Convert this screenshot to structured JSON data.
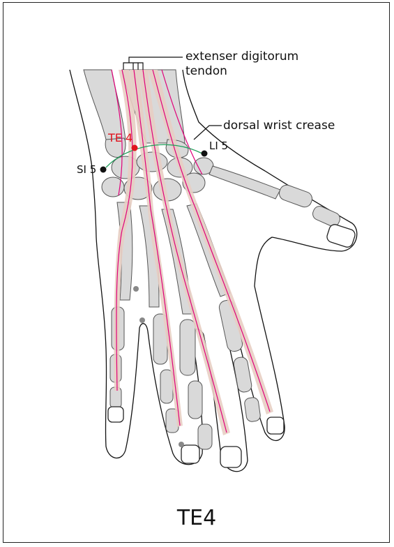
{
  "labels": {
    "tendon_line1": "extenser digitorum",
    "tendon_line2": "tendon",
    "crease": "dorsal wrist crease",
    "te4": "TE 4",
    "li5": "LI 5",
    "si5": "SI 5"
  },
  "title": "TE4",
  "colors": {
    "bone": "#d9d9d9",
    "bone_stroke": "#555555",
    "tendon_fill": "#e8cfc4",
    "tendon_line": "#e0007a",
    "crease": "#1f9e5a",
    "te4_point": "#e0141e",
    "other_point": "#111111",
    "gray_point": "#888888"
  }
}
